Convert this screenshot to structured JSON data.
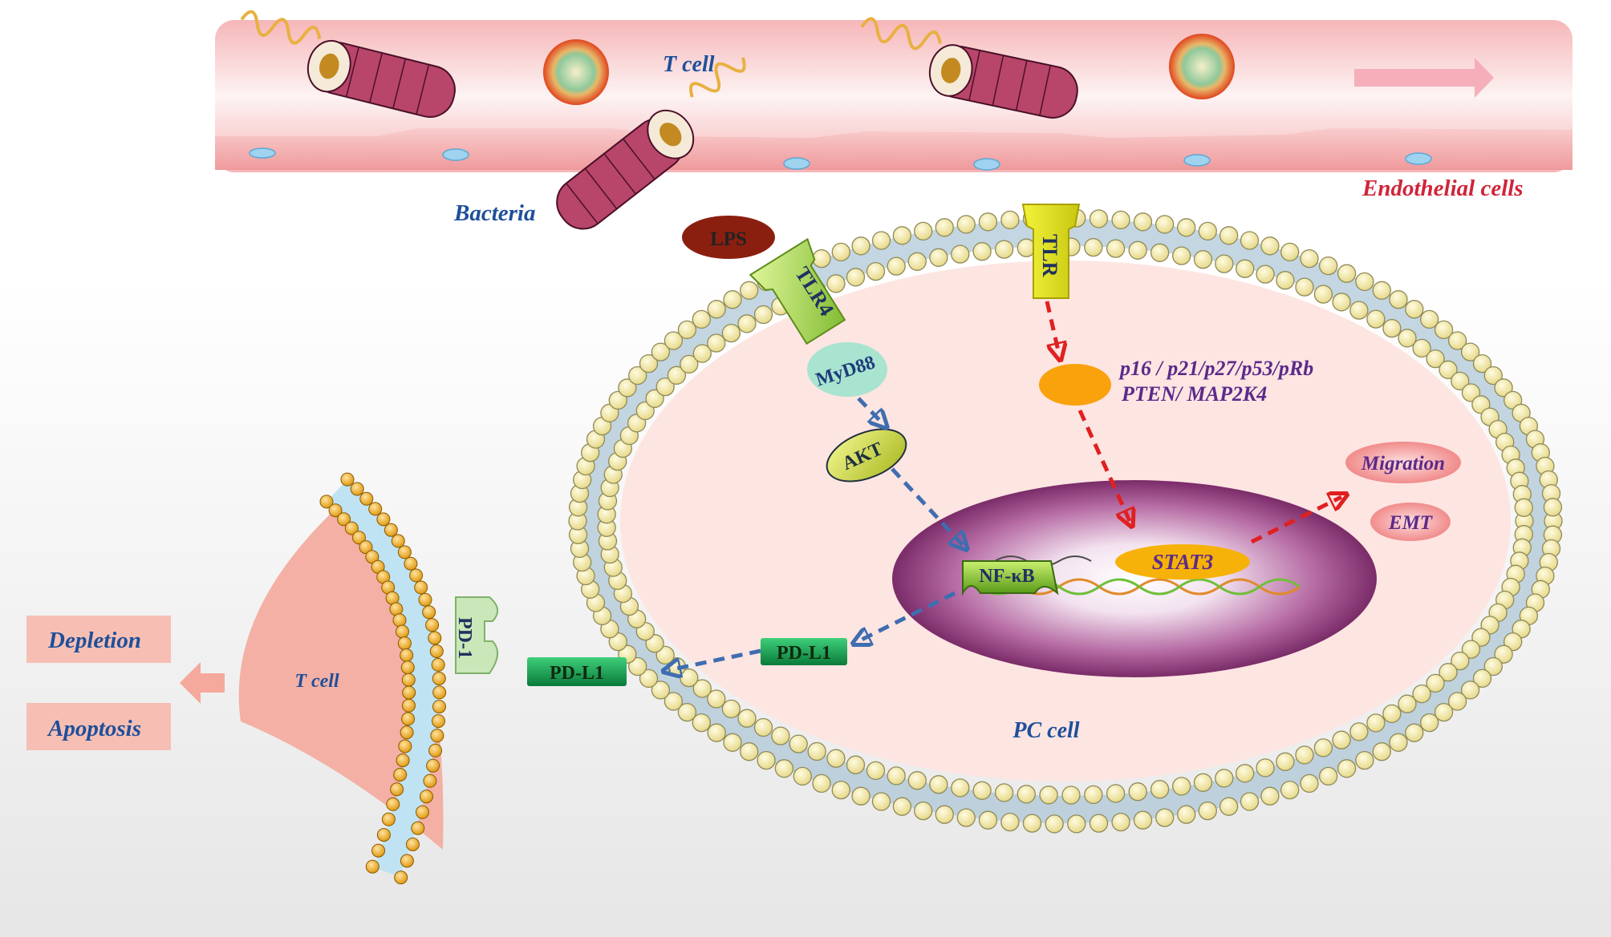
{
  "labels": {
    "t_cell_vessel": "T cell",
    "bacteria": "Bacteria",
    "endothelial": "Endothelial cells",
    "lps": "LPS",
    "tlr4": "TLR4",
    "tlr": "TLR",
    "myd88": "MyD88",
    "akt": "AKT",
    "nfkb": "NF-κB",
    "stat3": "STAT3",
    "genes_line1": "p16 / p21/p27/p53/pRb",
    "genes_line2": "PTEN/ MAP2K4",
    "migration": "Migration",
    "emt": "EMT",
    "pdl1_inner": "PD-L1",
    "pdl1_outer": "PD-L1",
    "pd1": "PD-1",
    "t_cell_left": "T cell",
    "pc_cell": "PC cell",
    "depletion": "Depletion",
    "apoptosis": "Apoptosis"
  },
  "colors": {
    "pathway_blue": "#3f6db0",
    "pathway_red": "#e02020",
    "vessel_pink": "#f7c7c7",
    "nucleus_purple": "#8e3b7a",
    "membrane_bead": "#f6eeb0",
    "label_blue": "#1e4f9a",
    "label_red": "#d0243a",
    "label_purple": "#5b2a8a"
  }
}
